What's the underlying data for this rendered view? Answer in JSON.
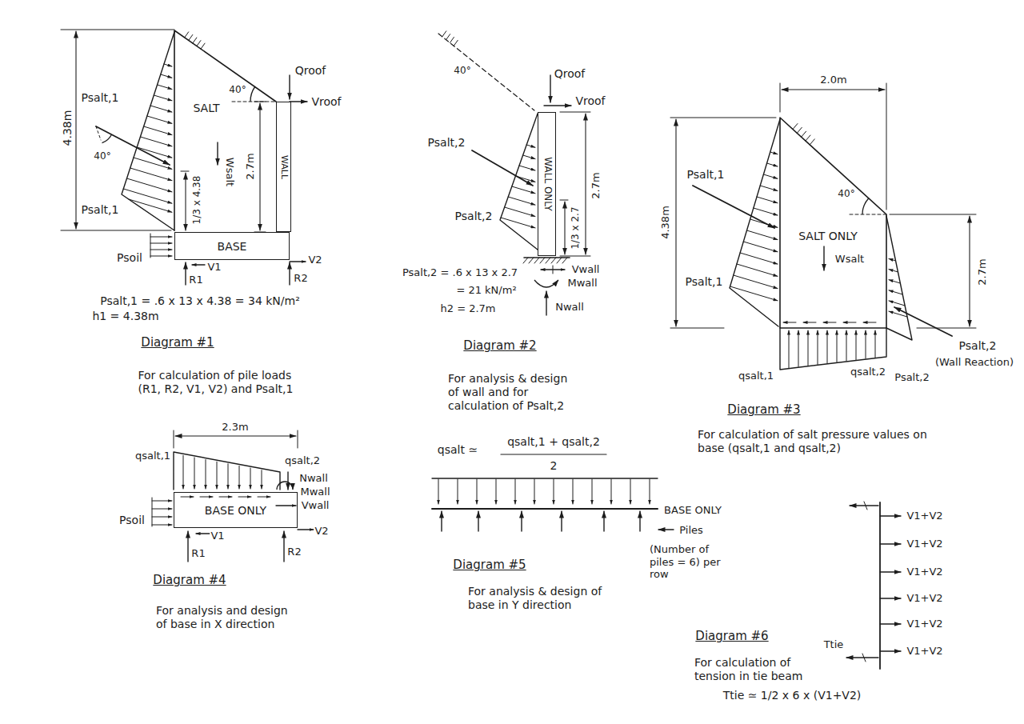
{
  "diagram": {
    "nodes": [
      {
        "text": [
          "BASE"
        ]
      },
      {
        "text": [
          "WALL"
        ]
      },
      {
        "text": [
          "WALL ONLY"
        ]
      },
      {
        "text": [
          "BASE ONLY"
        ]
      }
    ],
    "labels": [
      "4.38m",
      "Psalt,1",
      "40°",
      "SALT",
      "Wsalt",
      "Qroof",
      "Vroof",
      "40°",
      "2.7m",
      "1/3 x 4.38",
      "Psalt,1",
      "Psoil",
      "R1",
      "V1",
      "V2",
      "R2",
      "Psalt,1 = .6 x 13 x 4.38 = 34 kN/m²",
      "h1 = 4.38m",
      "Diagram #1",
      "For calculation of pile loads (R1, R2, V1, V2) and Psalt,1",
      "40°",
      "Qroof",
      "Vroof",
      "Psalt,2",
      "2.7m",
      "1/3 x 2.7",
      "Psalt,2",
      "Vwall",
      "Mwall",
      "Nwall",
      "Psalt,2 = .6 x 13 x 2.7",
      "= 21 kN/m²",
      "h2 = 2.7m",
      "Diagram #2",
      "For analysis & design of wall and for calculation of Psalt,2",
      "2.3m",
      "qsalt,1",
      "qsalt,2",
      "Nwall",
      "Mwall",
      "Vwall",
      "Psoil",
      "R1",
      "V1",
      "R2",
      "V2",
      "Diagram #4",
      "For analysis and design of base in X direction",
      "qsalt ≃",
      "qsalt,1 + qsalt,2",
      "2",
      "BASE ONLY",
      "Piles",
      "(Number of piles = 6) per row",
      "Diagram #5",
      "For analysis & design of base in Y direction",
      "2.0m",
      "4.38m",
      "40°",
      "Psalt,1",
      "SALT ONLY",
      "Wsalt",
      "Psalt,1",
      "2.7m",
      "qsalt,1",
      "qsalt,2",
      "Psalt,2",
      "Psalt,2",
      "(Wall Reaction)",
      "Diagram #3",
      "For calculation of salt pressure values on base (qsalt,1 and qsalt,2)",
      "V1+V2",
      "V1+V2",
      "V1+V2",
      "V1+V2",
      "V1+V2",
      "V1+V2",
      "Ttie",
      "Diagram #6",
      "For calculation of tension in tie beam",
      "Ttie ≃ 1/2 x 6 x (V1+V2)"
    ]
  }
}
